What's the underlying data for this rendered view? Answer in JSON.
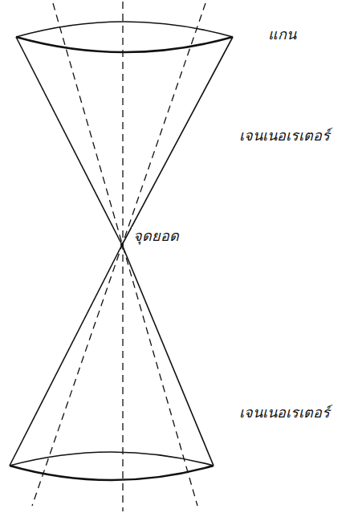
{
  "diagram": {
    "labels": [
      "แกน",
      "เจนเนอเรเตอร์",
      "จุดยอด",
      "เจนเนอเรเตอร์"
    ]
  }
}
